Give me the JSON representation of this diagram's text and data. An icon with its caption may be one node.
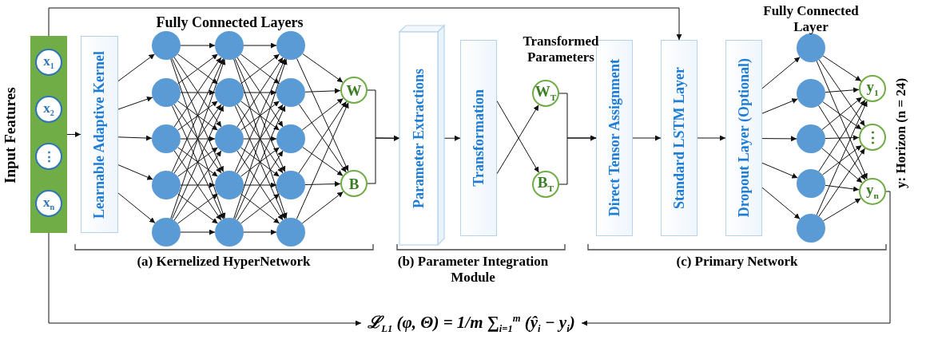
{
  "diagram": {
    "nodes": [
      {
        "text": [
          "Input Features"
        ]
      },
      {
        "text": [
          "x$_{1}$"
        ],
        "in": 0
      },
      {
        "text": [
          "x$_{2}$"
        ],
        "in": 0
      },
      {
        "text": [
          "⋮"
        ],
        "in": 0
      },
      {
        "text": [
          "x$_{n}$"
        ],
        "in": 0
      },
      {
        "text": [
          "Learnable Adaptive Kernel"
        ]
      },
      {
        "text": [],
        "shape": "circle"
      },
      {
        "text": [],
        "shape": "circle"
      },
      {
        "text": [],
        "shape": "circle"
      },
      {
        "text": [],
        "shape": "circle"
      },
      {
        "text": [],
        "shape": "circle"
      },
      {
        "text": [],
        "shape": "circle"
      },
      {
        "text": [],
        "shape": "circle"
      },
      {
        "text": [],
        "shape": "circle"
      },
      {
        "text": [],
        "shape": "circle"
      },
      {
        "text": [],
        "shape": "circle"
      },
      {
        "text": [],
        "shape": "circle"
      },
      {
        "text": [],
        "shape": "circle"
      },
      {
        "text": [],
        "shape": "circle"
      },
      {
        "text": [],
        "shape": "circle"
      },
      {
        "text": [],
        "shape": "circle"
      },
      {
        "text": [
          "W"
        ]
      },
      {
        "text": [
          "B"
        ]
      },
      {
        "text": [
          "Parameter Extractions"
        ]
      },
      {
        "text": [
          "Transformation"
        ]
      },
      {
        "text": [
          "W$_{T}$"
        ]
      },
      {
        "text": [
          "B$_{T}$"
        ]
      },
      {
        "text": [
          "Direct Tensor Assignment"
        ]
      },
      {
        "text": [
          "Standard LSTM Layer"
        ]
      },
      {
        "text": [
          "Dropout Layer (Optional)"
        ]
      },
      {
        "text": [],
        "shape": "circle"
      },
      {
        "text": [],
        "shape": "circle"
      },
      {
        "text": [],
        "shape": "circle"
      },
      {
        "text": [],
        "shape": "circle"
      },
      {
        "text": [],
        "shape": "circle"
      },
      {
        "text": [
          "y$_{1}$"
        ]
      },
      {
        "text": [
          "⋮"
        ]
      },
      {
        "text": [
          "y$_{n}$"
        ]
      },
      {
        "text": [
          "ℒ$_{L1}$ (φ, Θ) = 1/m ∑$_{i=1}$$^{m}$ (ŷ$_{i}$ − y$_{i}$)"
        ]
      }
    ],
    "edges": [
      {
        "from": 0,
        "to": 5,
        "arrow": "to"
      },
      {
        "from": 0,
        "to": 28,
        "arrow": "to"
      },
      {
        "from": 0,
        "to": 38,
        "arrow": "to"
      },
      {
        "from": 5,
        "to": 6,
        "arrow": "to"
      },
      {
        "from": 5,
        "to": 7,
        "arrow": "to"
      },
      {
        "from": 5,
        "to": 8,
        "arrow": "to"
      },
      {
        "from": 5,
        "to": 9,
        "arrow": "to"
      },
      {
        "from": 5,
        "to": 10,
        "arrow": "to"
      },
      {
        "from": 6,
        "to": 11,
        "arrow": "to"
      },
      {
        "from": 6,
        "to": 12,
        "arrow": "to"
      },
      {
        "from": 6,
        "to": 13,
        "arrow": "to"
      },
      {
        "from": 6,
        "to": 14,
        "arrow": "to"
      },
      {
        "from": 6,
        "to": 15,
        "arrow": "to"
      },
      {
        "from": 7,
        "to": 11,
        "arrow": "to"
      },
      {
        "from": 7,
        "to": 12,
        "arrow": "to"
      },
      {
        "from": 7,
        "to": 13,
        "arrow": "to"
      },
      {
        "from": 7,
        "to": 14,
        "arrow": "to"
      },
      {
        "from": 7,
        "to": 15,
        "arrow": "to"
      },
      {
        "from": 8,
        "to": 11,
        "arrow": "to"
      },
      {
        "from": 8,
        "to": 12,
        "arrow": "to"
      },
      {
        "from": 8,
        "to": 13,
        "arrow": "to"
      },
      {
        "from": 8,
        "to": 14,
        "arrow": "to"
      },
      {
        "from": 8,
        "to": 15,
        "arrow": "to"
      },
      {
        "from": 9,
        "to": 11,
        "arrow": "to"
      },
      {
        "from": 9,
        "to": 12,
        "arrow": "to"
      },
      {
        "from": 9,
        "to": 13,
        "arrow": "to"
      },
      {
        "from": 9,
        "to": 14,
        "arrow": "to"
      },
      {
        "from": 9,
        "to": 15,
        "arrow": "to"
      },
      {
        "from": 10,
        "to": 11,
        "arrow": "to"
      },
      {
        "from": 10,
        "to": 12,
        "arrow": "to"
      },
      {
        "from": 10,
        "to": 13,
        "arrow": "to"
      },
      {
        "from": 10,
        "to": 14,
        "arrow": "to"
      },
      {
        "from": 10,
        "to": 15,
        "arrow": "to"
      },
      {
        "from": 11,
        "to": 16,
        "arrow": "to"
      },
      {
        "from": 11,
        "to": 17,
        "arrow": "to"
      },
      {
        "from": 11,
        "to": 18,
        "arrow": "to"
      },
      {
        "from": 11,
        "to": 19,
        "arrow": "to"
      },
      {
        "from": 11,
        "to": 20,
        "arrow": "to"
      },
      {
        "from": 12,
        "to": 16,
        "arrow": "to"
      },
      {
        "from": 12,
        "to": 17,
        "arrow": "to"
      },
      {
        "from": 12,
        "to": 18,
        "arrow": "to"
      },
      {
        "from": 12,
        "to": 19,
        "arrow": "to"
      },
      {
        "from": 12,
        "to": 20,
        "arrow": "to"
      },
      {
        "from": 13,
        "to": 16,
        "arrow": "to"
      },
      {
        "from": 13,
        "to": 17,
        "arrow": "to"
      },
      {
        "from": 13,
        "to": 18,
        "arrow": "to"
      },
      {
        "from": 13,
        "to": 19,
        "arrow": "to"
      },
      {
        "from": 13,
        "to": 20,
        "arrow": "to"
      },
      {
        "from": 14,
        "to": 16,
        "arrow": "to"
      },
      {
        "from": 14,
        "to": 17,
        "arrow": "to"
      },
      {
        "from": 14,
        "to": 18,
        "arrow": "to"
      },
      {
        "from": 14,
        "to": 19,
        "arrow": "to"
      },
      {
        "from": 14,
        "to": 20,
        "arrow": "to"
      },
      {
        "from": 15,
        "to": 16,
        "arrow": "to"
      },
      {
        "from": 15,
        "to": 17,
        "arrow": "to"
      },
      {
        "from": 15,
        "to": 18,
        "arrow": "to"
      },
      {
        "from": 15,
        "to": 19,
        "arrow": "to"
      },
      {
        "from": 15,
        "to": 20,
        "arrow": "to"
      },
      {
        "from": 16,
        "to": 21,
        "arrow": "to"
      },
      {
        "from": 16,
        "to": 22,
        "arrow": "to"
      },
      {
        "from": 17,
        "to": 21,
        "arrow": "to"
      },
      {
        "from": 17,
        "to": 22,
        "arrow": "to"
      },
      {
        "from": 18,
        "to": 21,
        "arrow": "to"
      },
      {
        "from": 18,
        "to": 22,
        "arrow": "to"
      },
      {
        "from": 19,
        "to": 21,
        "arrow": "to"
      },
      {
        "from": 19,
        "to": 22,
        "arrow": "to"
      },
      {
        "from": 20,
        "to": 21,
        "arrow": "to"
      },
      {
        "from": 20,
        "to": 22,
        "arrow": "to"
      },
      {
        "from": 21,
        "to": 23,
        "arrow": "to"
      },
      {
        "from": 22,
        "to": 23,
        "arrow": "to"
      },
      {
        "from": 23,
        "to": 24,
        "arrow": "to"
      },
      {
        "from": 24,
        "to": 25,
        "arrow": "to"
      },
      {
        "from": 24,
        "to": 26,
        "arrow": "to"
      },
      {
        "from": 25,
        "to": 27,
        "arrow": "to"
      },
      {
        "from": 26,
        "to": 27,
        "arrow": "to"
      },
      {
        "from": 27,
        "to": 28,
        "arrow": "to"
      },
      {
        "from": 28,
        "to": 29,
        "arrow": "to"
      },
      {
        "from": 29,
        "to": 30,
        "arrow": "to"
      },
      {
        "from": 29,
        "to": 31,
        "arrow": "to"
      },
      {
        "from": 29,
        "to": 32,
        "arrow": "to"
      },
      {
        "from": 29,
        "to": 33,
        "arrow": "to"
      },
      {
        "from": 29,
        "to": 34,
        "arrow": "to"
      },
      {
        "from": 30,
        "to": 35,
        "arrow": "to"
      },
      {
        "from": 30,
        "to": 36,
        "arrow": "to"
      },
      {
        "from": 30,
        "to": 37,
        "arrow": "to"
      },
      {
        "from": 31,
        "to": 35,
        "arrow": "to"
      },
      {
        "from": 31,
        "to": 36,
        "arrow": "to"
      },
      {
        "from": 31,
        "to": 37,
        "arrow": "to"
      },
      {
        "from": 32,
        "to": 35,
        "arrow": "to"
      },
      {
        "from": 32,
        "to": 36,
        "arrow": "to"
      },
      {
        "from": 32,
        "to": 37,
        "arrow": "to"
      },
      {
        "from": 33,
        "to": 35,
        "arrow": "to"
      },
      {
        "from": 33,
        "to": 36,
        "arrow": "to"
      },
      {
        "from": 33,
        "to": 37,
        "arrow": "to"
      },
      {
        "from": 34,
        "to": 35,
        "arrow": "to"
      },
      {
        "from": 34,
        "to": 36,
        "arrow": "to"
      },
      {
        "from": 34,
        "to": 37,
        "arrow": "to"
      },
      {
        "from": 37,
        "to": 38,
        "arrow": "to"
      }
    ],
    "labels": [
      "Fully Connected Layers",
      "Transformed Parameters",
      "Fully Connected Layer",
      "y: Horizon (n = 24)",
      "(a) Kernelized HyperNetwork",
      "(b) Parameter Integration Module",
      "(c) Primary Network"
    ]
  }
}
